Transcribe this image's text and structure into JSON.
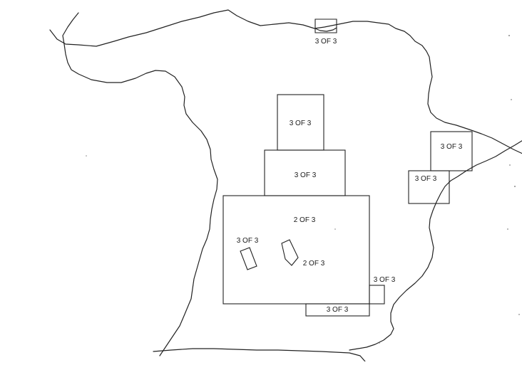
{
  "map": {
    "labels": {
      "top_tile": "3 OF 3",
      "upper_center_top": "3 OF 3",
      "upper_center_mid": "3 OF 3",
      "central_large": "2 OF 3",
      "left_small_tile": "3 OF 3",
      "center_small_tile": "2 OF 3",
      "lower_right_tile": "3 OF 3",
      "lower_strip": "3 OF 3",
      "right_upper": "3 OF 3",
      "right_lower": "3 OF 3"
    }
  }
}
